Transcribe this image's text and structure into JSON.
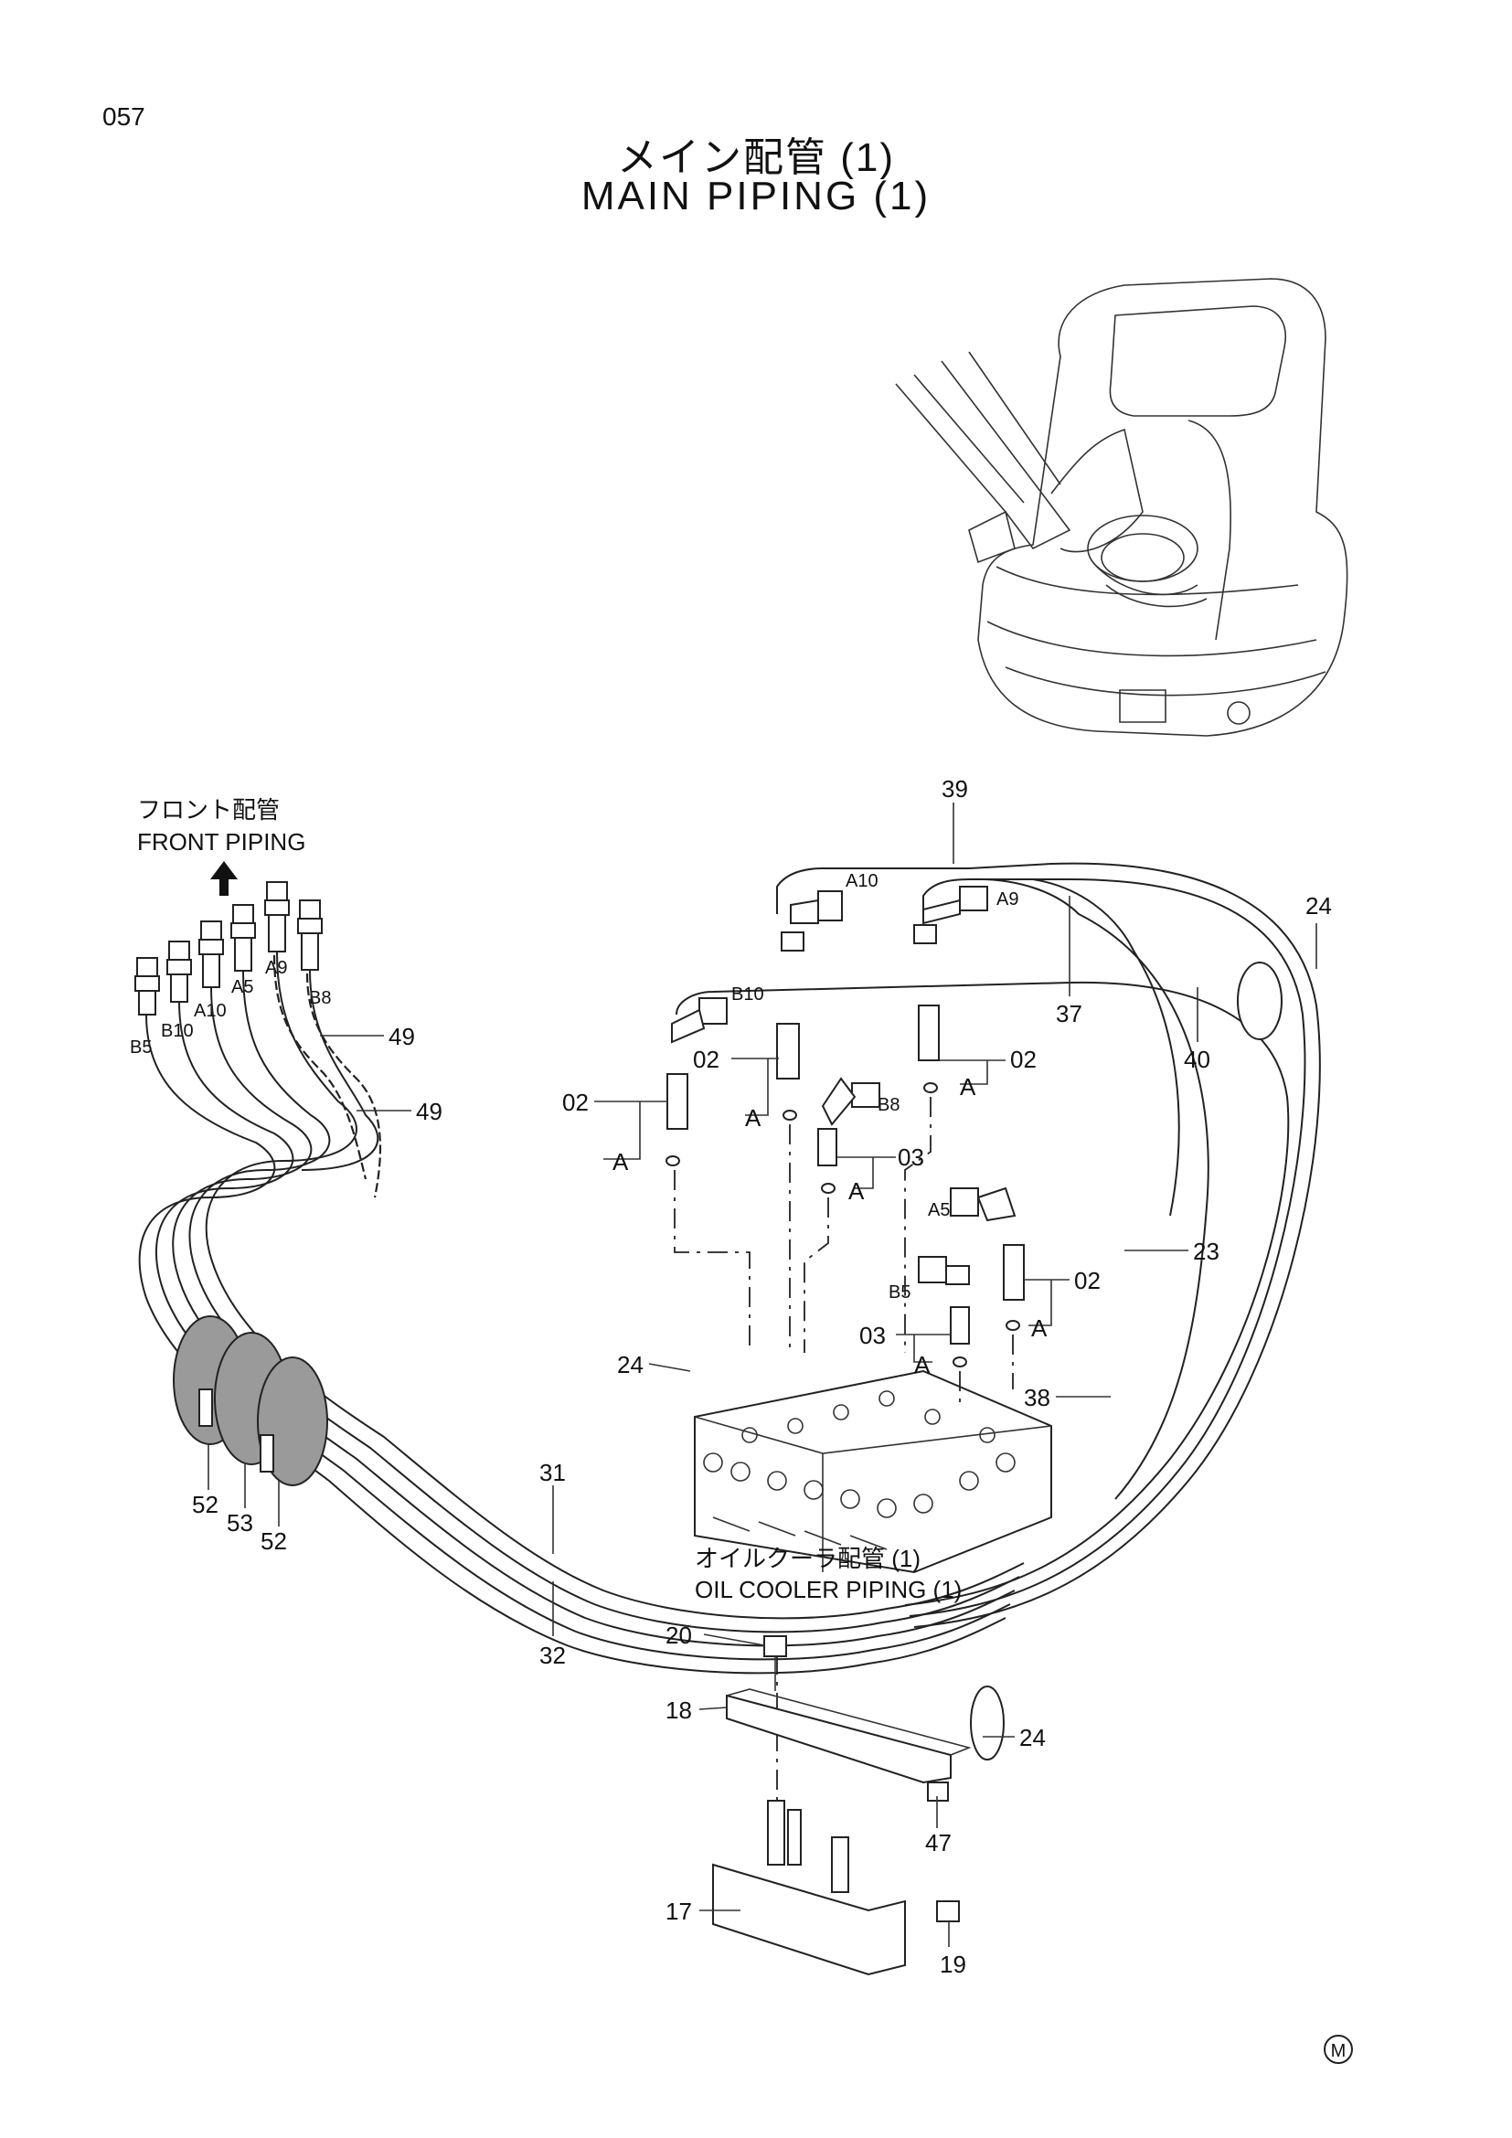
{
  "page": {
    "number": "057",
    "title_jp": "メイン配管 (1)",
    "title_en": "MAIN PIPING (1)",
    "mark": "M"
  },
  "notes": {
    "front_piping_jp": "フロント配管",
    "front_piping_en": "FRONT PIPING",
    "oil_cooler_jp": "オイルクーラ配管 (1)",
    "oil_cooler_en": "OIL COOLER PIPING (1)"
  },
  "hose_ports": [
    "B5",
    "B10",
    "A10",
    "A5",
    "A9",
    "B8"
  ],
  "pipe_tags": [
    "A10",
    "A9",
    "B10",
    "B8",
    "A5",
    "B5"
  ],
  "callouts": [
    "39",
    "24",
    "37",
    "40",
    "49",
    "49",
    "02",
    "02",
    "02",
    "02",
    "03",
    "03",
    "23",
    "24",
    "38",
    "31",
    "32",
    "52",
    "53",
    "52",
    "20",
    "18",
    "24",
    "47",
    "17",
    "19"
  ],
  "section_mark": "A"
}
